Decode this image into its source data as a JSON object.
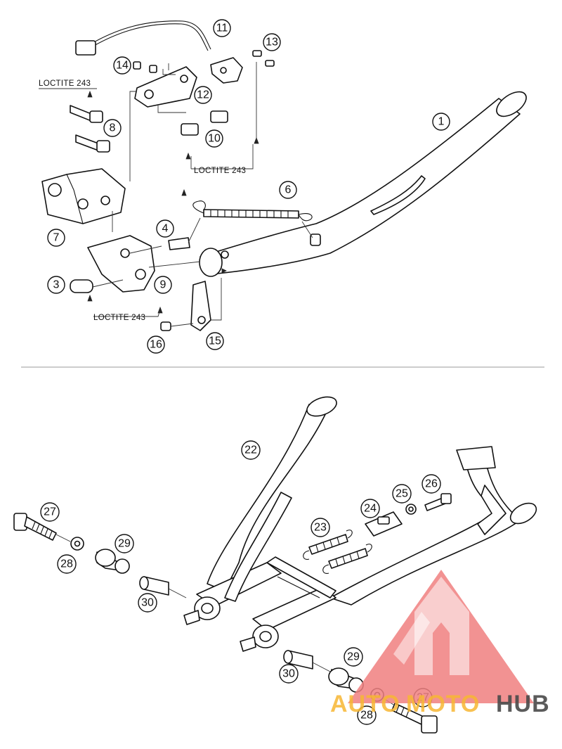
{
  "colors": {
    "line": "#111111",
    "watermark_red": "#f08080",
    "watermark_orange": "#f7b733",
    "watermark_gray": "#4a4a4a",
    "separator": "#999999"
  },
  "top_section": {
    "callouts": [
      "1",
      "3",
      "4",
      "6",
      "7",
      "8",
      "9",
      "10",
      "11",
      "12",
      "13",
      "14",
      "15",
      "16"
    ],
    "loctite_labels": [
      "LOCTITE 243",
      "LOCTITE 243",
      "LOCTITE 243"
    ]
  },
  "bottom_section": {
    "callouts": [
      "22",
      "23",
      "24",
      "25",
      "26",
      "27",
      "28",
      "29",
      "30",
      "27",
      "28",
      "29",
      "30"
    ]
  },
  "watermark": {
    "part_a": "AUTO",
    "part_b": "MOTO",
    "part_c": "HUB"
  }
}
